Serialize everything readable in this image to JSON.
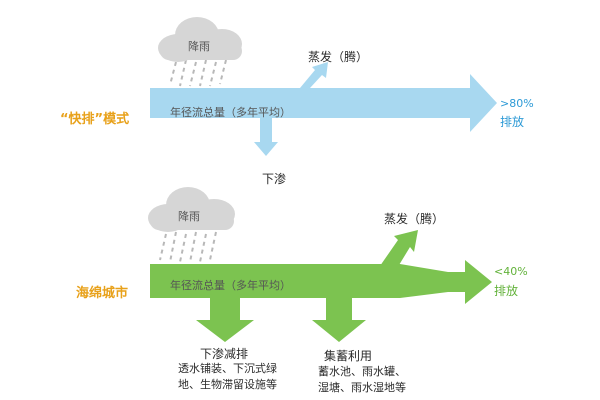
{
  "top_scheme": {
    "mode_label": "“快排”模式",
    "cloud_label": "降雨",
    "flow_label": "年径流总量（多年平均）",
    "evaporation_label": "蒸发（腾）",
    "infiltration_label": "下渗",
    "discharge_percent": ">80%",
    "discharge_label": "排放",
    "arrow_color": "#a8d8f0",
    "mode_color": "#e8a11a"
  },
  "bottom_scheme": {
    "mode_label": "海绵城市",
    "cloud_label": "降雨",
    "flow_label": "年径流总量（多年平均）",
    "evaporation_label": "蒸发（腾）",
    "infiltration_label": "下渗减排",
    "infiltration_detail_line1": "透水铺装、下沉式绿",
    "infiltration_detail_line2": "地、生物滞留设施等",
    "storage_label": "集蓄利用",
    "storage_detail_line1": "蓄水池、雨水罐、",
    "storage_detail_line2": "湿塘、雨水湿地等",
    "discharge_percent": "<40%",
    "discharge_label": "排放",
    "arrow_color": "#7cc350",
    "mode_color": "#e8a11a"
  }
}
